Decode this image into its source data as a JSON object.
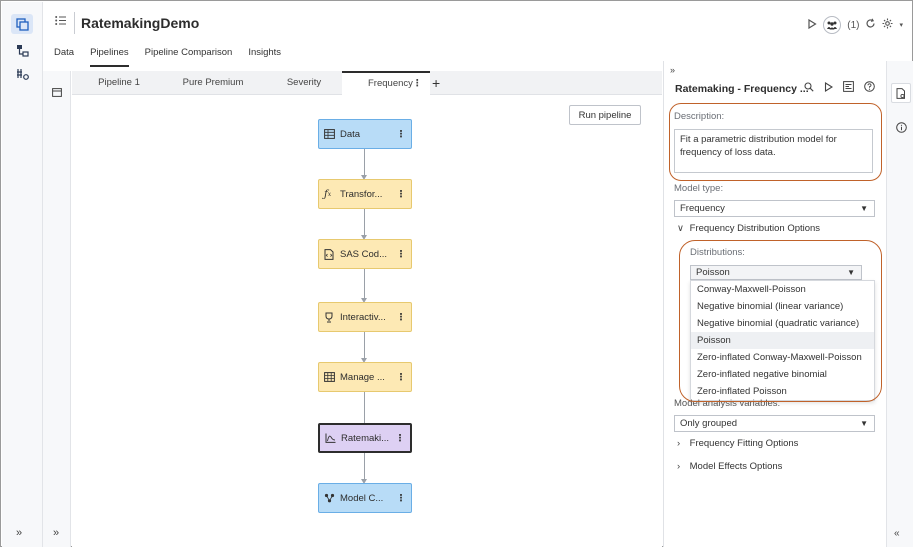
{
  "header": {
    "title": "RatemakingDemo",
    "users_count": "(1)"
  },
  "nav": {
    "tabs": [
      "Data",
      "Pipelines",
      "Pipeline Comparison",
      "Insights"
    ],
    "active": "Pipelines"
  },
  "pipeline_tabs": {
    "tabs": [
      "Pipeline 1",
      "Pure Premium",
      "Severity",
      "Frequency"
    ],
    "active": "Frequency"
  },
  "canvas": {
    "run_label": "Run pipeline",
    "nodes": [
      {
        "label": "Data",
        "kind": "data"
      },
      {
        "label": "Transfor...",
        "kind": "transform"
      },
      {
        "label": "SAS Cod...",
        "kind": "code"
      },
      {
        "label": "Interactiv...",
        "kind": "interactive"
      },
      {
        "label": "Manage ...",
        "kind": "manage"
      },
      {
        "label": "Ratemaki...",
        "kind": "ratemaking"
      },
      {
        "label": "Model C...",
        "kind": "compare"
      }
    ]
  },
  "panel": {
    "title": "Ratemaking - Frequency ...",
    "description_label": "Description:",
    "description_value": "Fit a parametric distribution model for frequency of loss data.",
    "model_type_label": "Model type:",
    "model_type_value": "Frequency",
    "freq_dist_section": "Frequency Distribution Options",
    "distributions_label": "Distributions:",
    "distributions_value": "Poisson",
    "distribution_options": [
      "Conway-Maxwell-Poisson",
      "Negative binomial (linear variance)",
      "Negative binomial (quadratic variance)",
      "Poisson",
      "Zero-inflated Conway-Maxwell-Poisson",
      "Zero-inflated negative binomial",
      "Zero-inflated Poisson"
    ],
    "model_analysis_label": "Model analysis variables:",
    "model_analysis_value": "Only grouped",
    "fitting_section": "Frequency Fitting Options",
    "effects_section": "Model Effects Options"
  },
  "colors": {
    "data_node": "#b8dcf7",
    "transform_node": "#fde9b4",
    "selected_node": "#ddd0f3",
    "highlight_ring": "#c0622a"
  }
}
